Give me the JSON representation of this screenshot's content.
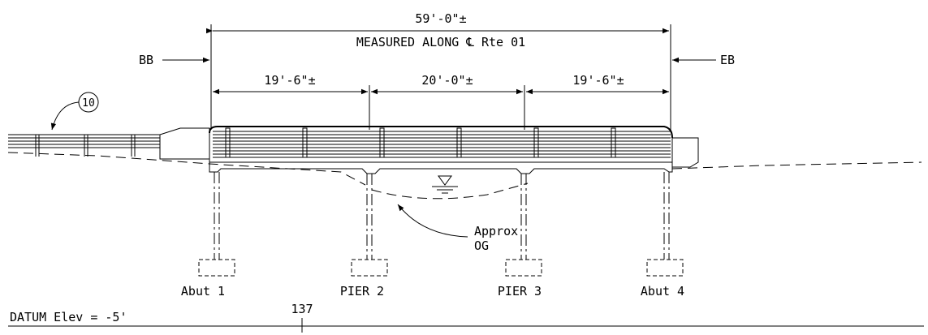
{
  "dimensions": {
    "overall": "59'-0\"±",
    "measured_along": "MEASURED ALONG ℄ Rte 01",
    "span_1": "19'-6\"±",
    "span_2": "20'-0\"±",
    "span_3": "19'-6\"±"
  },
  "ends": {
    "begin": "BB",
    "end": "EB"
  },
  "callout": {
    "number": "10"
  },
  "ground_note": {
    "line1": "Approx",
    "line2": "OG"
  },
  "supports": [
    {
      "label": "Abut 1"
    },
    {
      "label": "PIER 2"
    },
    {
      "label": "PIER 3"
    },
    {
      "label": "Abut 4"
    }
  ],
  "datum": {
    "label": "DATUM Elev = -5'",
    "station": "137"
  },
  "icons": {
    "water_surface": "inverted-triangle-water-surface-icon"
  }
}
